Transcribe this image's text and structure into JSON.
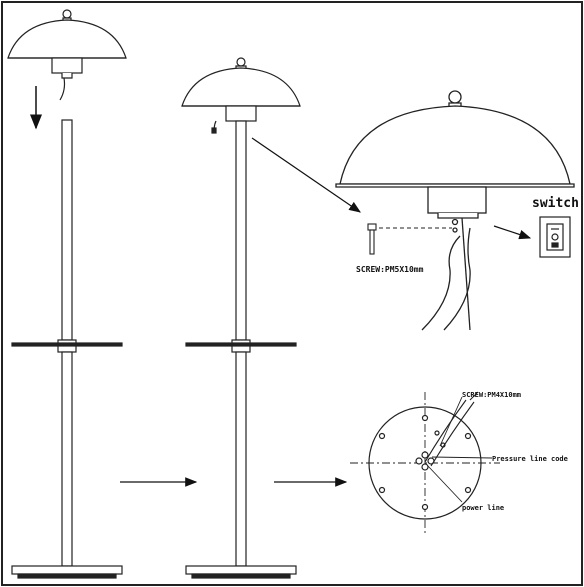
{
  "labels": {
    "screw_top": "SCREW:PM5X10mm",
    "switch": "switch",
    "screw_base": "SCREW:PM4X10mm",
    "pressure_line": "Pressure line code",
    "power_line": "power line"
  },
  "icons": [
    "arrow-down-icon",
    "arrow-right-icon",
    "switch-icon",
    "screw-icon"
  ]
}
